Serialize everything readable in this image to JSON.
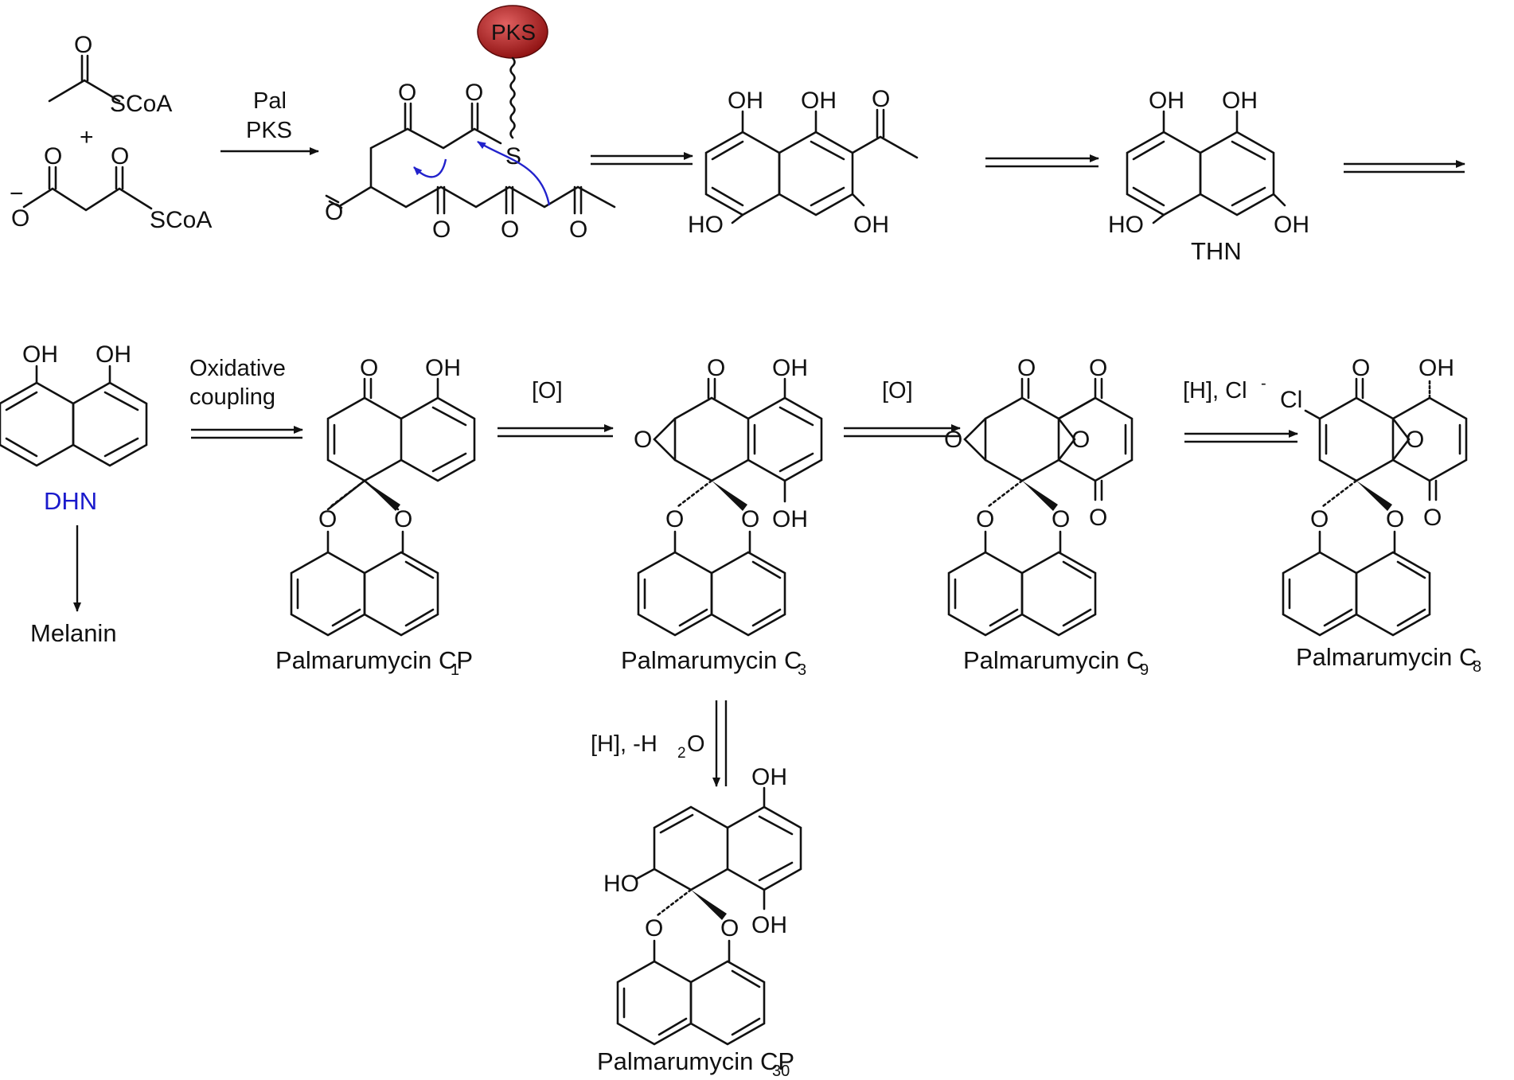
{
  "colors": {
    "ink": "#111111",
    "dhn_label": "#1a1acc",
    "curved_arrows": "#2222cc",
    "pks_bead": "#a01818"
  },
  "reagents": {
    "acetyl_scoa": "SCoA",
    "plus": "+",
    "malonyl_scoa": "SCoA",
    "malonyl_charge": "−",
    "malonyl_o_minus": "O",
    "acetyl_o": "O",
    "malonyl_o1": "O",
    "malonyl_o2": "O"
  },
  "steps": {
    "pal_pks_line1": "Pal",
    "pal_pks_line2": "PKS",
    "oxidative_line1": "Oxidative",
    "oxidative_line2": "coupling",
    "oxidation_1": "[O]",
    "oxidation_2": "[O]",
    "reduction_chlorination": "[H], Cl",
    "reduction_chlorination_sup": "-",
    "reduction_dehydration_a": "[H], -H",
    "reduction_dehydration_sub": "2",
    "reduction_dehydration_b": "O"
  },
  "pks": {
    "bead_label": "PKS",
    "thioester_s": "S",
    "o_labels": [
      "O",
      "O",
      "O",
      "O",
      "O",
      "O"
    ]
  },
  "compounds": {
    "acetyl_thn": {
      "oh_labels": [
        "OH",
        "OH",
        "HO",
        "OH"
      ],
      "o": "O"
    },
    "thn": {
      "name": "THN",
      "oh_labels": [
        "OH",
        "OH",
        "HO",
        "OH"
      ]
    },
    "dhn": {
      "name": "DHN",
      "oh_labels": [
        "OH",
        "OH"
      ]
    },
    "melanin": {
      "name": "Melanin"
    },
    "cp1": {
      "name": "Palmarumycin CP",
      "sub": "1",
      "labels": [
        "O",
        "OH",
        "O",
        "O"
      ]
    },
    "c3": {
      "name": "Palmarumycin C",
      "sub": "3",
      "labels": [
        "O",
        "OH",
        "O",
        "OH",
        "O",
        "O"
      ]
    },
    "c9": {
      "name": "Palmarumycin C",
      "sub": "9",
      "labels": [
        "O",
        "O",
        "O",
        "O",
        "O",
        "O",
        "O"
      ]
    },
    "c8": {
      "name": "Palmarumycin C",
      "sub": "8",
      "labels": [
        "O",
        "OH",
        "Cl",
        "O",
        "O",
        "O",
        "O"
      ]
    },
    "cp30": {
      "name": "Palmarumycin CP",
      "sub": "30",
      "labels": [
        "OH",
        "HO",
        "OH",
        "O",
        "O"
      ]
    }
  }
}
